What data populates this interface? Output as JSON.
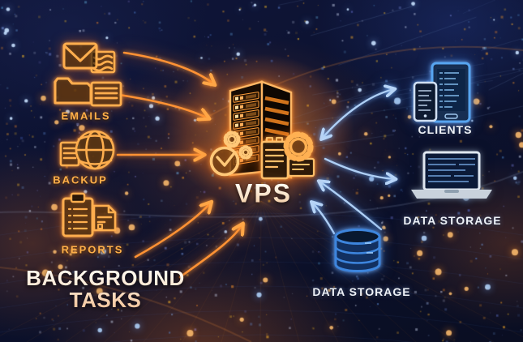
{
  "diagram": {
    "center": {
      "label": "VPS"
    },
    "left": {
      "emails_label": "EMAILS",
      "backup_label": "BACKUP",
      "reports_label": "REPORTS",
      "background_tasks_line1": "BACKGROUND",
      "background_tasks_line2": "TASKS"
    },
    "right": {
      "clients_label": "CLIENTS",
      "laptop_label": "DATA STORAGE",
      "database_label": "DATA STORAGE"
    },
    "icons": [
      "envelope-icon",
      "mail-stack-icon",
      "folder-icon",
      "document-list-icon",
      "globe-icon",
      "backup-document-icon",
      "clipboard-icon",
      "report-document-icon",
      "server-tower-icon",
      "clock-icon",
      "gear-icon",
      "log-document-icon",
      "phone-icon",
      "tablet-icon",
      "laptop-icon",
      "database-cylinder-icon"
    ],
    "edges": [
      {
        "from": "emails",
        "to": "vps",
        "color": "orange",
        "bidirectional": false
      },
      {
        "from": "backup",
        "to": "vps",
        "color": "orange",
        "bidirectional": false
      },
      {
        "from": "reports",
        "to": "vps",
        "color": "orange",
        "bidirectional": false
      },
      {
        "from": "background-tasks",
        "to": "vps",
        "color": "orange",
        "bidirectional": false
      },
      {
        "from": "background-tasks",
        "to": "vps",
        "color": "orange",
        "bidirectional": false
      },
      {
        "from": "vps",
        "to": "clients",
        "color": "blue",
        "bidirectional": true
      },
      {
        "from": "vps",
        "to": "laptop-data-storage",
        "color": "blue",
        "bidirectional": false
      },
      {
        "from": "database-data-storage",
        "to": "vps",
        "color": "blue",
        "bidirectional": false
      },
      {
        "from": "database-data-storage",
        "to": "vps",
        "color": "blue",
        "bidirectional": false
      }
    ],
    "colors": {
      "orange_accent": "#ff9a3c",
      "blue_accent": "#5aa7f0",
      "label_orange": "#ffb04a",
      "label_light": "#eef2f8",
      "title_cream": "#f9e9d4",
      "background_navy": "#0c1228"
    }
  }
}
